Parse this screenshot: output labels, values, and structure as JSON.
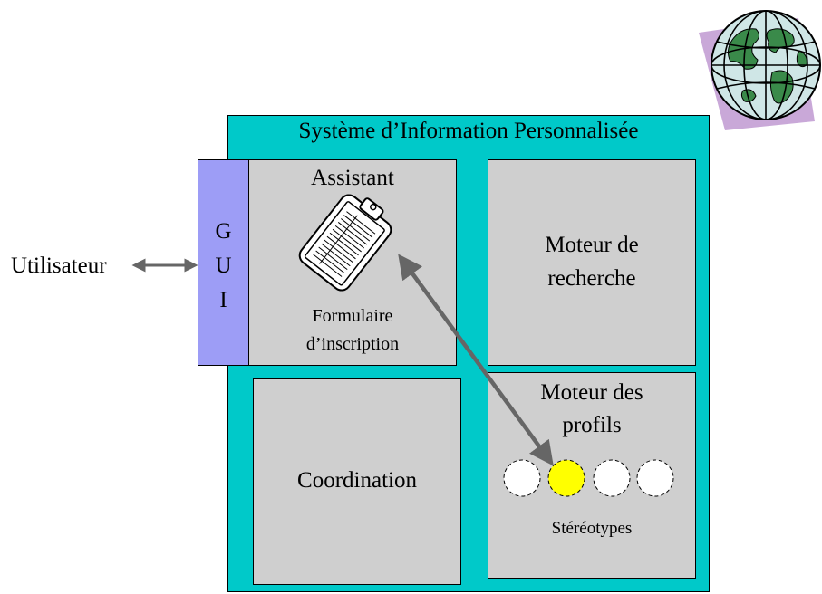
{
  "system": {
    "title": "Système d’Information Personnalisée"
  },
  "gui": {
    "letters": [
      "G",
      "U",
      "I"
    ]
  },
  "user": {
    "label": "Utilisateur"
  },
  "assistant": {
    "title": "Assistant",
    "caption_line1": "Formulaire",
    "caption_line2": "d’inscription"
  },
  "search_engine": {
    "line1": "Moteur de",
    "line2": "recherche"
  },
  "coordination": {
    "label": "Coordination"
  },
  "profile_engine": {
    "line1": "Moteur des",
    "line2": "profils",
    "caption": "Stéréotypes"
  },
  "colors": {
    "system_bg": "#00c9c9",
    "box_bg": "#cfcfcf",
    "gui_bg": "#9d9df6",
    "highlight": "#ffff00",
    "arrow": "#666666"
  },
  "icons": [
    "globe-icon",
    "clipboard-icon"
  ]
}
